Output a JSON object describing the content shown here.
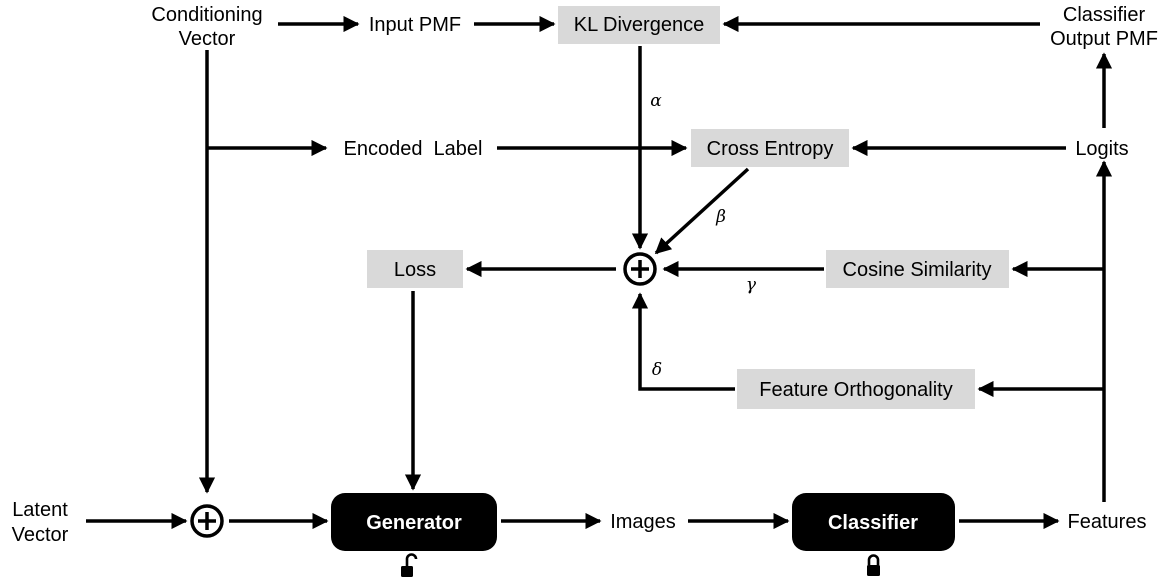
{
  "colors": {
    "gray_box": "#d9d9d9",
    "black_box": "#000000",
    "line": "#000000"
  },
  "nodes": {
    "conditioning_vector": [
      "Conditioning",
      "Vector"
    ],
    "input_pmf": "Input PMF",
    "kl_divergence": "KL Divergence",
    "classifier_output_pmf": [
      "Classifier",
      "Output PMF"
    ],
    "encoded_label": "Encoded  Label",
    "cross_entropy": "Cross Entropy",
    "logits": "Logits",
    "loss": "Loss",
    "cosine_similarity": "Cosine Similarity",
    "feature_orthogonality": "Feature Orthogonality",
    "latent_vector": [
      "Latent",
      "Vector"
    ],
    "generator": "Generator",
    "images": "Images",
    "classifier": "Classifier",
    "features": "Features"
  },
  "weights": {
    "alpha": "α",
    "beta": "β",
    "gamma": "γ",
    "delta": "δ"
  },
  "icons": {
    "generator_lock": "unlocked-padlock-icon",
    "classifier_lock": "locked-padlock-icon"
  }
}
